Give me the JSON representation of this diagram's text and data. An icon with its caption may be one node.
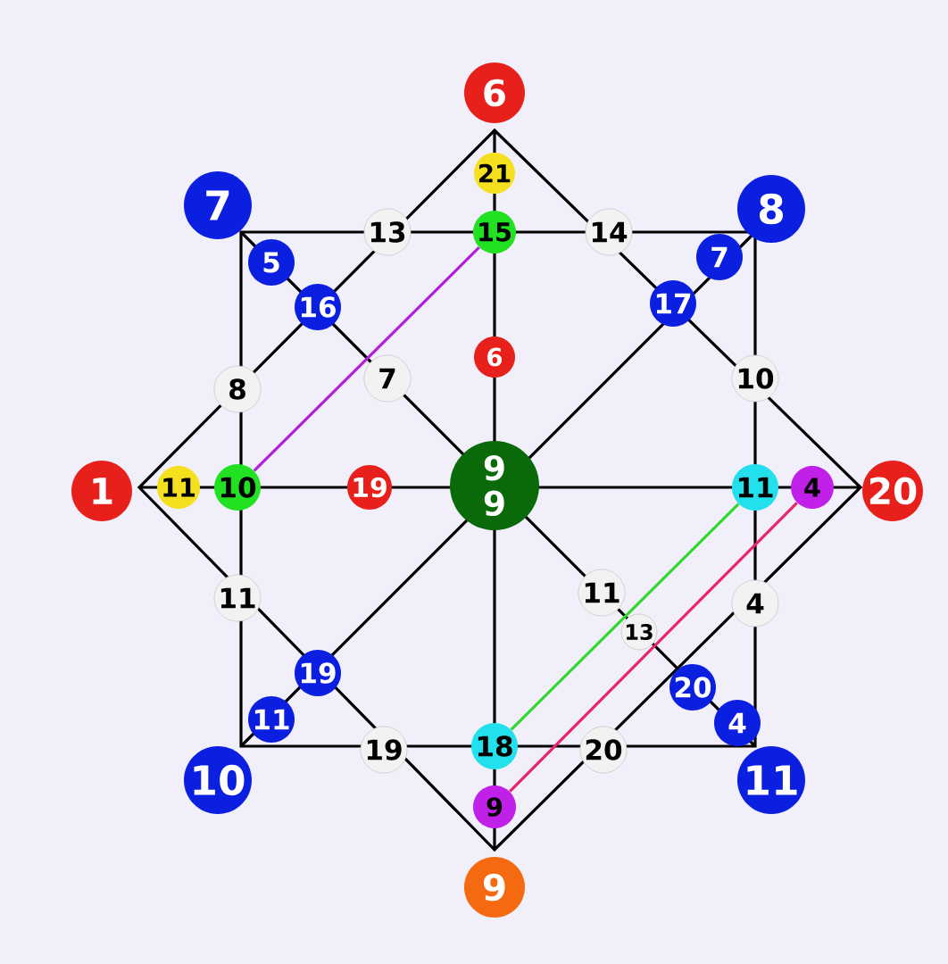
{
  "diagram": {
    "nodes": [
      {
        "text": [
          "6"
        ]
      },
      {
        "text": [
          "21"
        ]
      },
      {
        "text": [
          "7"
        ]
      },
      {
        "text": [
          "8"
        ]
      },
      {
        "text": [
          "13"
        ]
      },
      {
        "text": [
          "15"
        ]
      },
      {
        "text": [
          "14"
        ]
      },
      {
        "text": [
          "5"
        ]
      },
      {
        "text": [
          "7"
        ]
      },
      {
        "text": [
          "16"
        ]
      },
      {
        "text": [
          "17"
        ]
      },
      {
        "text": [
          "7"
        ]
      },
      {
        "text": [
          "6"
        ]
      },
      {
        "text": [
          "8"
        ]
      },
      {
        "text": [
          "10"
        ]
      },
      {
        "text": [
          "1"
        ]
      },
      {
        "text": [
          "11"
        ]
      },
      {
        "text": [
          "10"
        ]
      },
      {
        "text": [
          "19"
        ]
      },
      {
        "text": [
          "9",
          "9"
        ]
      },
      {
        "text": [
          "11"
        ]
      },
      {
        "text": [
          "4"
        ]
      },
      {
        "text": [
          "20"
        ]
      },
      {
        "text": [
          "11"
        ]
      },
      {
        "text": [
          "4"
        ]
      },
      {
        "text": [
          "11"
        ]
      },
      {
        "text": [
          "13"
        ]
      },
      {
        "text": [
          "19"
        ]
      },
      {
        "text": [
          "20"
        ]
      },
      {
        "text": [
          "11"
        ]
      },
      {
        "text": [
          "4"
        ]
      },
      {
        "text": [
          "19"
        ]
      },
      {
        "text": [
          "18"
        ]
      },
      {
        "text": [
          "20"
        ]
      },
      {
        "text": [
          "10"
        ]
      },
      {
        "text": [
          "11"
        ]
      },
      {
        "text": [
          "9"
        ]
      },
      {
        "text": [
          "9"
        ]
      }
    ],
    "edges": [
      {
        "from": 5,
        "to": 17,
        "arrow": "none",
        "color": "#b020d8"
      },
      {
        "from": 20,
        "to": 32,
        "arrow": "none",
        "color": "#30d830"
      },
      {
        "from": 21,
        "to": 36,
        "arrow": "none",
        "color": "#e8246e"
      }
    ]
  }
}
